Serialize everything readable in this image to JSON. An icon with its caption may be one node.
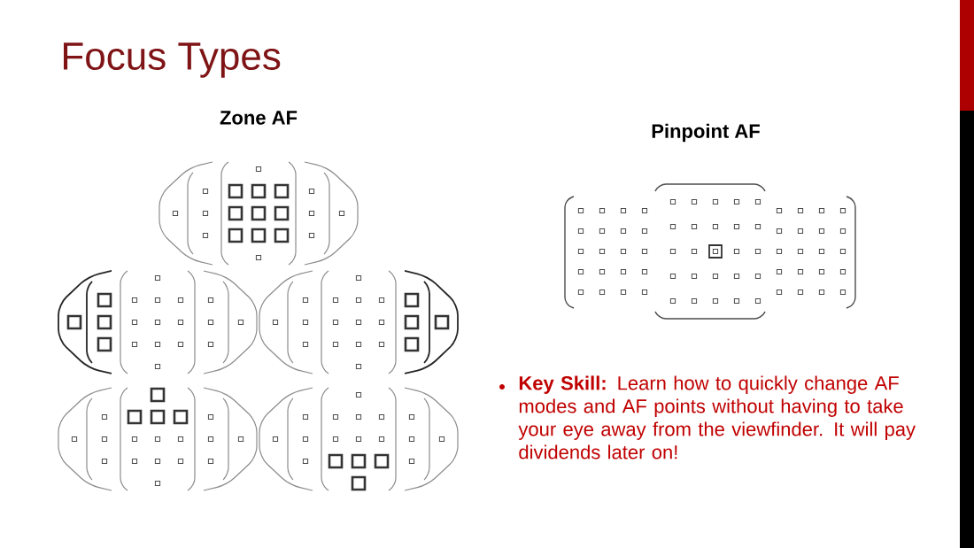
{
  "diagram": {
    "title": "Focus Types",
    "labels": [
      "Zone AF",
      "Pinpoint AF",
      "**Key Skill:** Learn how to quickly change AF modes and AF points without having to take your eye away from the viewfinder. It will pay dividends later on!"
    ]
  }
}
